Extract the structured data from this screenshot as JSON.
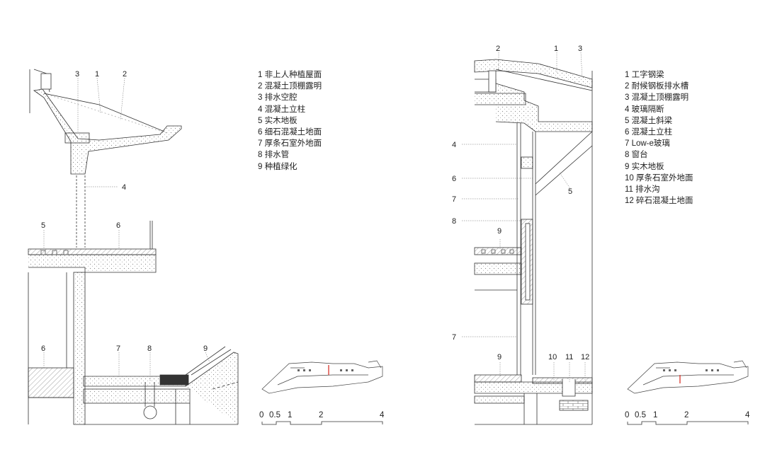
{
  "left_section": {
    "callouts": [
      "1",
      "2",
      "3",
      "4",
      "5",
      "6",
      "6",
      "7",
      "8",
      "9"
    ],
    "legend": [
      "1 非上人种植屋面",
      "2 混凝土顶棚露明",
      "3 排水空腔",
      "4 混凝土立柱",
      "5 实木地板",
      "6 细石混凝土地面",
      "7 厚条石室外地面",
      "8 排水管",
      "9 种植绿化"
    ],
    "scale_bar": [
      "0",
      "0.5",
      "1",
      "2",
      "4"
    ]
  },
  "right_section": {
    "callouts": [
      "1",
      "2",
      "3",
      "4",
      "5",
      "6",
      "7",
      "8",
      "9",
      "7",
      "9",
      "10",
      "11",
      "12"
    ],
    "legend": [
      "1 工字钢梁",
      "2 耐候钢板排水槽",
      "3 混凝土顶棚露明",
      "4 玻璃隔断",
      "5 混凝土斜梁",
      "6 混凝土立柱",
      "7 Low-e玻璃",
      "8 窗台",
      "9 实木地板",
      "10 厚条石室外地面",
      "11 排水沟",
      "12 碎石混凝土地面"
    ],
    "scale_bar": [
      "0",
      "0.5",
      "1",
      "2",
      "4"
    ]
  },
  "colors": {
    "line": "#333333",
    "hatch": "#8a8a8a",
    "accent": "#d9342b"
  }
}
